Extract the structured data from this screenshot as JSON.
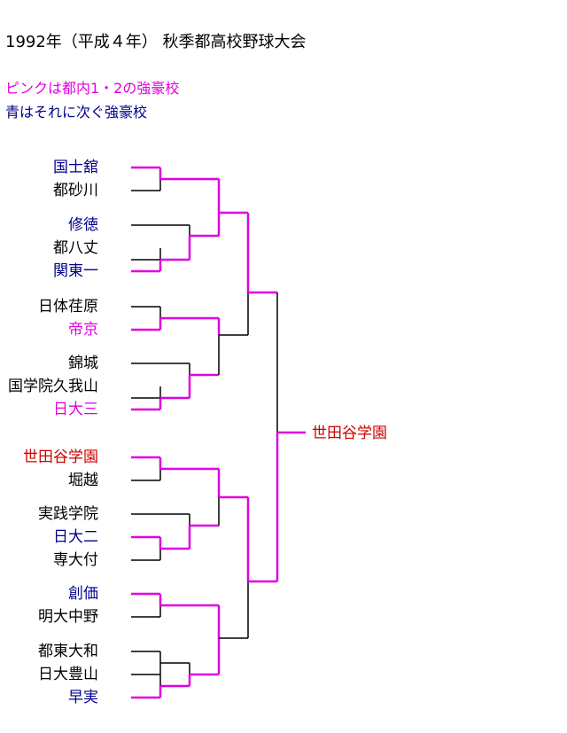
{
  "title": "1992年（平成４年）  秋季都高校野球大会",
  "legend": {
    "pink_note": "ピンクは都内1・2の強豪校",
    "blue_note": "青はそれに次ぐ強豪校"
  },
  "colors": {
    "pink": "#e000e0",
    "blue": "#00008b",
    "red": "#cc0000",
    "black": "#000000"
  },
  "teams": [
    {
      "name": "国士舘",
      "color": "blue"
    },
    {
      "name": "都砂川",
      "color": "black"
    },
    {
      "name": "修徳",
      "color": "blue"
    },
    {
      "name": "都八丈",
      "color": "black"
    },
    {
      "name": "関東一",
      "color": "blue"
    },
    {
      "name": "日体荏原",
      "color": "black"
    },
    {
      "name": "帝京",
      "color": "pink"
    },
    {
      "name": "錦城",
      "color": "black"
    },
    {
      "name": "国学院久我山",
      "color": "black"
    },
    {
      "name": "日大三",
      "color": "pink"
    },
    {
      "name": "世田谷学園",
      "color": "red"
    },
    {
      "name": "堀越",
      "color": "black"
    },
    {
      "name": "実践学院",
      "color": "black"
    },
    {
      "name": "日大二",
      "color": "blue"
    },
    {
      "name": "専大付",
      "color": "black"
    },
    {
      "name": "創価",
      "color": "blue"
    },
    {
      "name": "明大中野",
      "color": "black"
    },
    {
      "name": "都東大和",
      "color": "black"
    },
    {
      "name": "日大豊山",
      "color": "black"
    },
    {
      "name": "早実",
      "color": "blue"
    }
  ],
  "champion": {
    "name": "世田谷学園",
    "color": "red"
  }
}
